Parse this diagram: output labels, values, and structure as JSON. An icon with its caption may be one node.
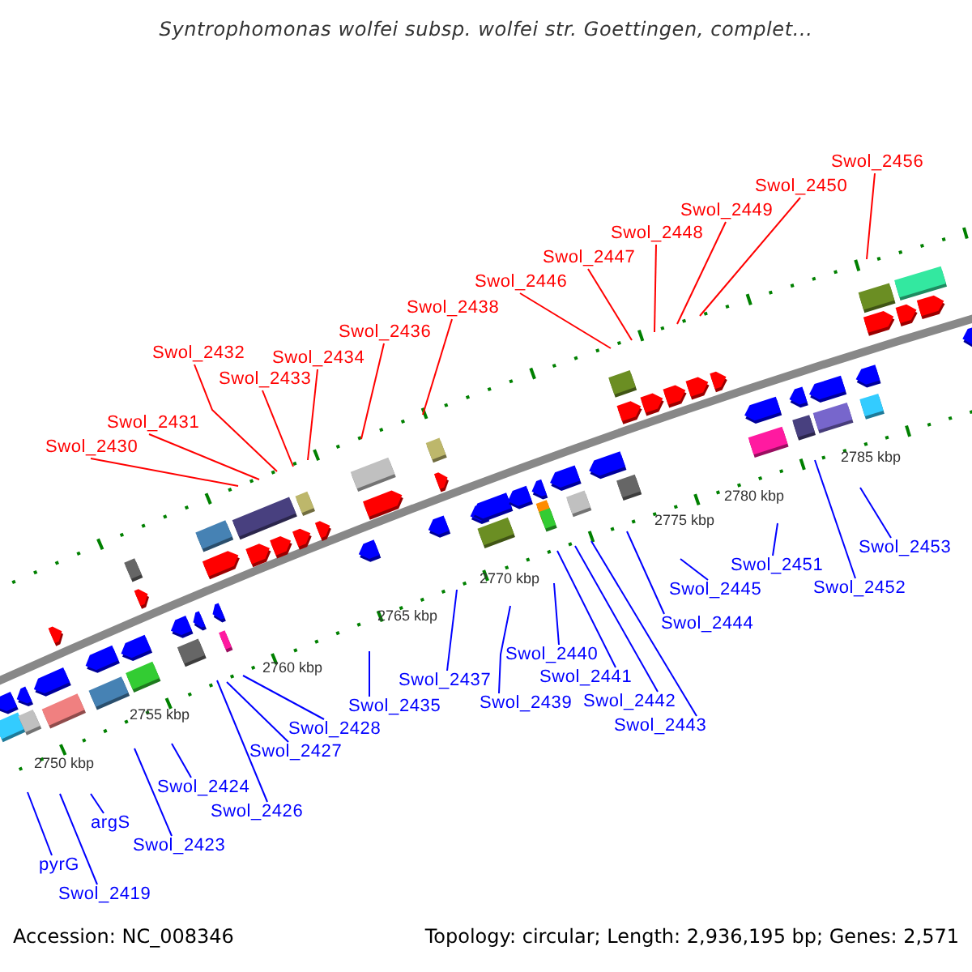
{
  "diagram": {
    "title": "Syntrophomonas wolfei subsp. wolfei str. Goettingen, complet...",
    "nodes": [
      {
        "text": [
          "Swol_2430"
        ]
      },
      {
        "text": [
          "Swol_2431"
        ]
      },
      {
        "text": [
          "Swol_2432"
        ]
      },
      {
        "text": [
          "Swol_2433"
        ]
      },
      {
        "text": [
          "Swol_2434"
        ]
      },
      {
        "text": [
          "Swol_2436"
        ]
      },
      {
        "text": [
          "Swol_2438"
        ]
      },
      {
        "text": [
          "Swol_2446"
        ]
      },
      {
        "text": [
          "Swol_2447"
        ]
      },
      {
        "text": [
          "Swol_2448"
        ]
      },
      {
        "text": [
          "Swol_2449"
        ]
      },
      {
        "text": [
          "Swol_2450"
        ]
      },
      {
        "text": [
          "Swol_2456"
        ]
      },
      {
        "text": [
          "pyrG"
        ]
      },
      {
        "text": [
          "Swol_2419"
        ]
      },
      {
        "text": [
          "argS"
        ]
      },
      {
        "text": [
          "Swol_2423"
        ]
      },
      {
        "text": [
          "Swol_2424"
        ]
      },
      {
        "text": [
          "Swol_2426"
        ]
      },
      {
        "text": [
          "Swol_2427"
        ]
      },
      {
        "text": [
          "Swol_2428"
        ]
      },
      {
        "text": [
          "Swol_2435"
        ]
      },
      {
        "text": [
          "Swol_2437"
        ]
      },
      {
        "text": [
          "Swol_2439"
        ]
      },
      {
        "text": [
          "Swol_2440"
        ]
      },
      {
        "text": [
          "Swol_2441"
        ]
      },
      {
        "text": [
          "Swol_2442"
        ]
      },
      {
        "text": [
          "Swol_2443"
        ]
      },
      {
        "text": [
          "Swol_2444"
        ]
      },
      {
        "text": [
          "Swol_2445"
        ]
      },
      {
        "text": [
          "Swol_2451"
        ]
      },
      {
        "text": [
          "Swol_2452"
        ]
      },
      {
        "text": [
          "Swol_2453"
        ]
      }
    ],
    "edges": [
      {
        "from": 0,
        "to": null,
        "arrow": "none",
        "color": "#ff0000"
      },
      {
        "from": 1,
        "to": null,
        "arrow": "none",
        "color": "#ff0000"
      },
      {
        "from": 2,
        "to": null,
        "arrow": "none",
        "color": "#ff0000"
      },
      {
        "from": 3,
        "to": null,
        "arrow": "none",
        "color": "#ff0000"
      },
      {
        "from": 4,
        "to": null,
        "arrow": "none",
        "color": "#ff0000"
      },
      {
        "from": 5,
        "to": null,
        "arrow": "none",
        "color": "#ff0000"
      },
      {
        "from": 6,
        "to": null,
        "arrow": "none",
        "color": "#ff0000"
      },
      {
        "from": 7,
        "to": null,
        "arrow": "none",
        "color": "#ff0000"
      },
      {
        "from": 8,
        "to": null,
        "arrow": "none",
        "color": "#ff0000"
      },
      {
        "from": 9,
        "to": null,
        "arrow": "none",
        "color": "#ff0000"
      },
      {
        "from": 10,
        "to": null,
        "arrow": "none",
        "color": "#ff0000"
      },
      {
        "from": 11,
        "to": null,
        "arrow": "none",
        "color": "#ff0000"
      },
      {
        "from": 12,
        "to": null,
        "arrow": "none",
        "color": "#ff0000"
      },
      {
        "from": 13,
        "to": null,
        "arrow": "none"
      },
      {
        "from": 14,
        "to": null,
        "arrow": "none"
      },
      {
        "from": 15,
        "to": null,
        "arrow": "none"
      },
      {
        "from": 16,
        "to": null,
        "arrow": "none"
      },
      {
        "from": 17,
        "to": null,
        "arrow": "none"
      },
      {
        "from": 18,
        "to": null,
        "arrow": "none"
      },
      {
        "from": 19,
        "to": null,
        "arrow": "none"
      },
      {
        "from": 20,
        "to": null,
        "arrow": "none"
      },
      {
        "from": 21,
        "to": null,
        "arrow": "none"
      },
      {
        "from": 22,
        "to": null,
        "arrow": "none"
      },
      {
        "from": 23,
        "to": null,
        "arrow": "none"
      },
      {
        "from": 24,
        "to": null,
        "arrow": "none"
      },
      {
        "from": 25,
        "to": null,
        "arrow": "none"
      },
      {
        "from": 26,
        "to": null,
        "arrow": "none"
      },
      {
        "from": 27,
        "to": null,
        "arrow": "none"
      },
      {
        "from": 28,
        "to": null,
        "arrow": "none"
      },
      {
        "from": 29,
        "to": null,
        "arrow": "none"
      },
      {
        "from": 30,
        "to": null,
        "arrow": "none"
      },
      {
        "from": 31,
        "to": null,
        "arrow": "none"
      },
      {
        "from": 32,
        "to": null,
        "arrow": "none"
      }
    ],
    "labels": [
      "2750 kbp",
      "2755 kbp",
      "2760 kbp",
      "2765 kbp",
      "2770 kbp",
      "2775 kbp",
      "2780 kbp",
      "2785 kbp",
      "Accession: NC_008346",
      "Topology: circular; Length: 2,936,195 bp; Genes: 2,571"
    ]
  }
}
